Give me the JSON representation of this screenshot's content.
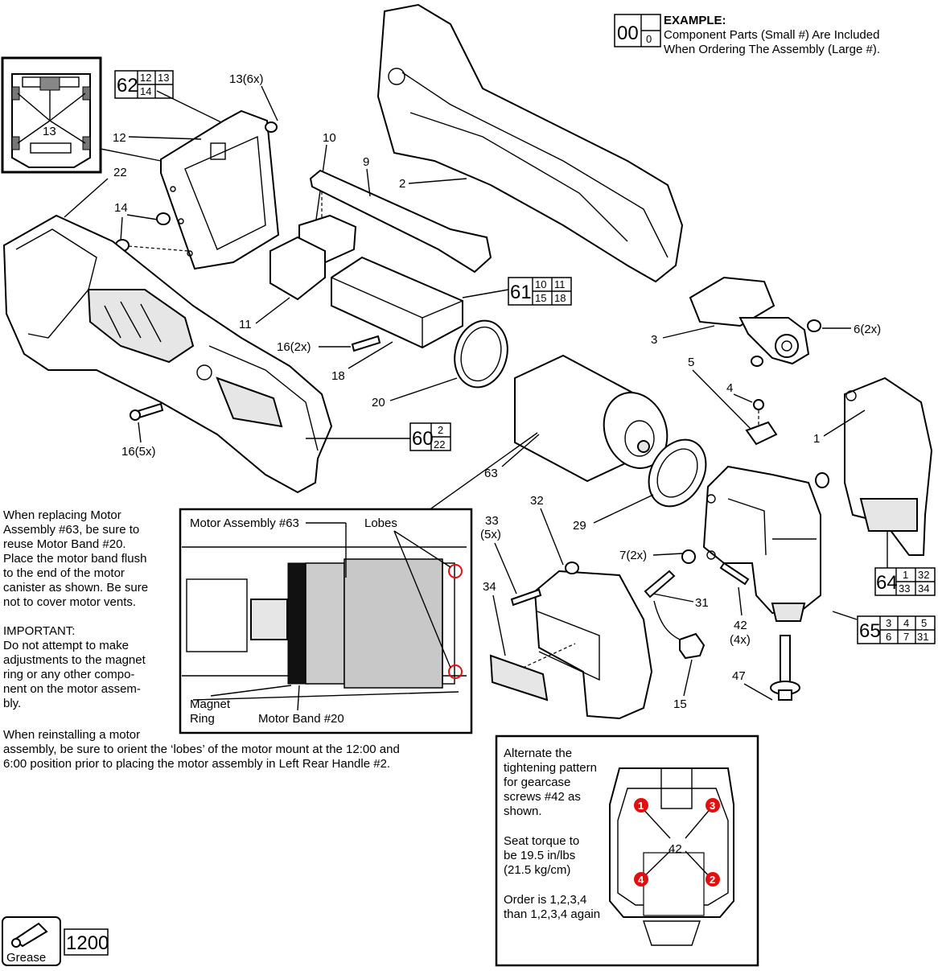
{
  "example": {
    "big": "00",
    "small": "0",
    "title": "EXAMPLE:",
    "line1": "Component Parts (Small #) Are Included",
    "line2": "When Ordering The Assembly (Large #)."
  },
  "assemblies": [
    {
      "big": "62",
      "parts": [
        "12",
        "13",
        "14",
        ""
      ]
    },
    {
      "big": "61",
      "parts": [
        "10",
        "11",
        "15",
        "18"
      ]
    },
    {
      "big": "60",
      "parts": [
        "2",
        "22"
      ]
    },
    {
      "big": "64",
      "parts": [
        "1",
        "32",
        "33",
        "34"
      ]
    },
    {
      "big": "65",
      "parts": [
        "3",
        "4",
        "5",
        "6",
        "7",
        "31"
      ]
    }
  ],
  "labels": {
    "p13_6x": "13(6x)",
    "p13": "13",
    "p12": "12",
    "p22": "22",
    "p10": "10",
    "p9": "9",
    "p2": "2",
    "p14": "14",
    "p11": "11",
    "p16_2x": "16(2x)",
    "p18": "18",
    "p20": "20",
    "p16_5x": "16(5x)",
    "p3": "3",
    "p6_2x": "6(2x)",
    "p5": "5",
    "p4": "4",
    "p1": "1",
    "p63": "63",
    "p29": "29",
    "p32": "32",
    "p33": "33",
    "p33_5x": "(5x)",
    "p34": "34",
    "p7_2x": "7(2x)",
    "p31": "31",
    "p42": "42",
    "p42_4x": "(4x)",
    "p15": "15",
    "p47": "47"
  },
  "inset_motor": {
    "motor_label": "Motor Assembly #63",
    "lobes_label": "Lobes",
    "magnet_line1": "Magnet",
    "magnet_line2": "Ring",
    "band_label": "Motor Band #20"
  },
  "notes": {
    "motor_band": "When replacing Motor\nAssembly #63, be sure to\nreuse Motor Band #20.\nPlace the motor band flush\nto the end of the motor\ncanister as shown. Be sure\nnot to cover motor vents.",
    "important": "IMPORTANT:\nDo not attempt to make\nadjustments to the magnet\nring or any other compo-\nnent on the motor assem-\nbly.",
    "reinstall": "When reinstalling a motor\nassembly, be sure to orient the ‘lobes’ of the motor mount at the 12:00 and\n6:00 position prior to placing the motor assembly in Left Rear Handle #2."
  },
  "torque": {
    "text1": "Alternate the\ntightening pattern\nfor gearcase\nscrews #42 as\nshown.",
    "text2": "Seat torque to\nbe 19.5 in/lbs\n(21.5 kg/cm)",
    "text3": "Order is 1,2,3,4\nthan 1,2,3,4 again",
    "label": "42",
    "n1": "1",
    "n2": "2",
    "n3": "3",
    "n4": "4",
    "marker_color": "#e01010"
  },
  "grease": {
    "label": "Grease",
    "code": "1200"
  }
}
